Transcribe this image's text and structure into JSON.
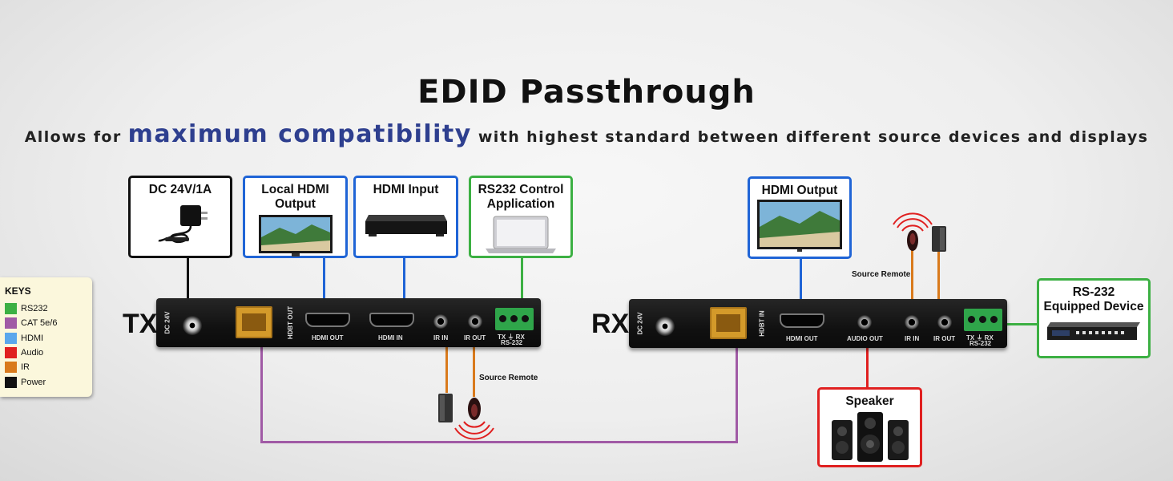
{
  "title": "EDID Passthrough",
  "subtitle": {
    "before": "Allows for ",
    "highlight": "maximum compatibility",
    "after": " with highest standard between different source devices and displays"
  },
  "colors": {
    "rs232": "#3cb043",
    "cat": "#a05aa5",
    "hdmi": "#1f64d6",
    "audio": "#e02020",
    "ir": "#d97a1c",
    "power": "#111111",
    "accent": "#2e3f8f"
  },
  "boxes": {
    "dc": "DC 24V/1A",
    "local_hdmi": "Local HDMI\nOutput",
    "hdmi_input": "HDMI Input",
    "rs232_app": "RS232 Control\nApplication",
    "hdmi_output": "HDMI Output",
    "rs232_device": "RS-232\nEquipped Device",
    "speaker": "Speaker"
  },
  "labels": {
    "tx": "TX",
    "rx": "RX",
    "source_remote_tx": "Source Remote",
    "source_remote_rx": "Source Remote"
  },
  "tx_ports": {
    "dc": "DC 24V",
    "hdbt": "HDBT OUT",
    "hdmi_out": "HDMI OUT",
    "hdmi_in": "HDMI IN",
    "ir_in": "IR IN",
    "ir_out": "IR OUT",
    "rs_top": "TX ⏚ RX",
    "rs_bottom": "RS-232"
  },
  "rx_ports": {
    "dc": "DC 24V",
    "hdbt": "HDBT IN",
    "hdmi_out": "HDMI OUT",
    "audio_out": "AUDIO OUT",
    "ir_in": "IR IN",
    "ir_out": "IR OUT",
    "rs_top": "TX ⏚ RX",
    "rs_bottom": "RS-232"
  },
  "keys": {
    "title": "KEYS",
    "items": [
      {
        "label": "RS232",
        "color": "#3cb043"
      },
      {
        "label": "CAT 5e/6",
        "color": "#a05aa5"
      },
      {
        "label": "HDMI",
        "color": "#5aa7ec"
      },
      {
        "label": "Audio",
        "color": "#e02020"
      },
      {
        "label": "IR",
        "color": "#d97a1c"
      },
      {
        "label": "Power",
        "color": "#111111"
      }
    ]
  },
  "icons": {
    "adapter": "power-adapter-icon",
    "tv": "tv-icon",
    "player": "media-player-icon",
    "laptop": "laptop-icon",
    "matrix": "matrix-switch-icon",
    "speaker": "speaker-icon",
    "ir_emitter": "ir-emitter-icon",
    "ir_receiver": "ir-receiver-icon"
  }
}
